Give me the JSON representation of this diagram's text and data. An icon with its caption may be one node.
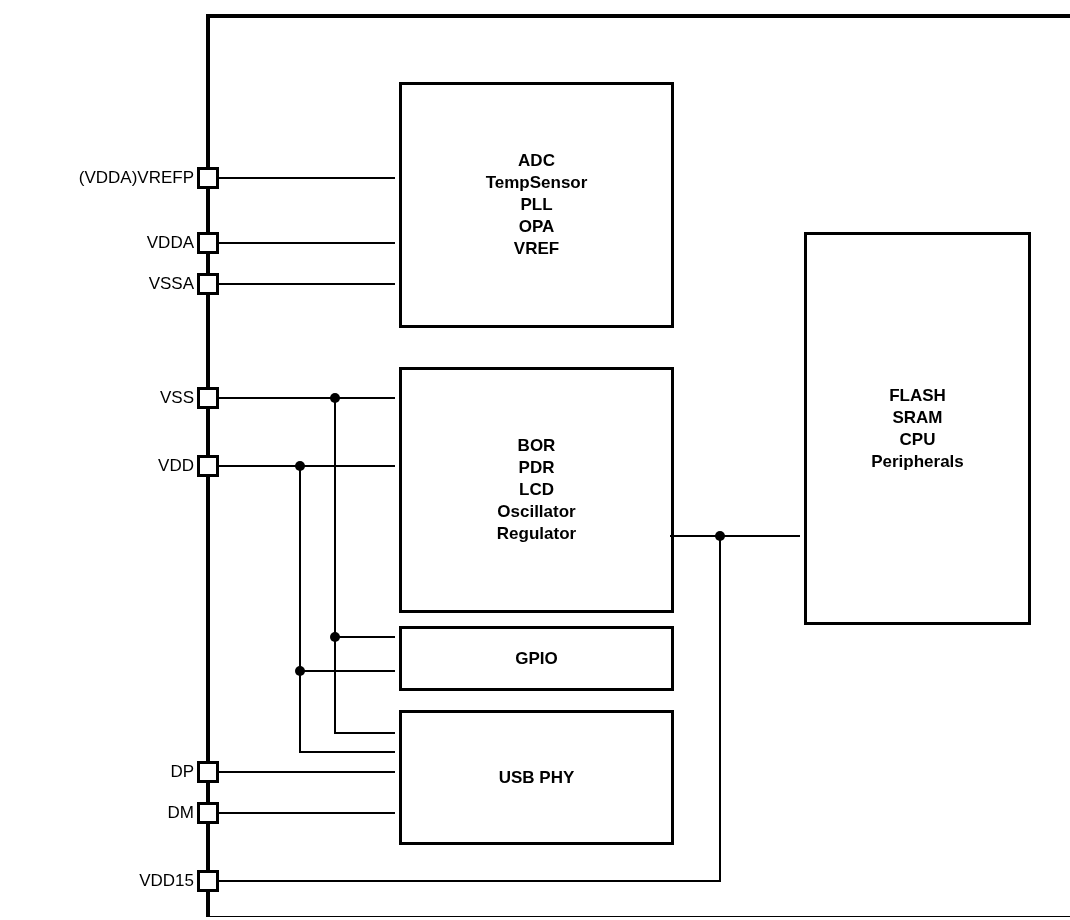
{
  "diagram": {
    "nodes": [
      {
        "text": [],
        "shape": "box"
      },
      {
        "text": [
          "(VDDA)VREFP"
        ]
      },
      {
        "text": [
          "VDDA"
        ]
      },
      {
        "text": [
          "VSSA"
        ]
      },
      {
        "text": [
          "VSS"
        ]
      },
      {
        "text": [
          "VDD"
        ]
      },
      {
        "text": [
          "DP"
        ]
      },
      {
        "text": [
          "DM"
        ]
      },
      {
        "text": [
          "VDD15"
        ]
      },
      {
        "text": [
          "ADC",
          "TempSensor",
          "PLL",
          "OPA",
          "VREF"
        ],
        "in": 0
      },
      {
        "text": [
          "BOR",
          "PDR",
          "LCD",
          "Oscillator",
          "Regulator"
        ],
        "in": 0
      },
      {
        "text": [
          "GPIO"
        ],
        "in": 0
      },
      {
        "text": [
          "USB PHY"
        ],
        "in": 0
      },
      {
        "text": [
          "FLASH",
          "SRAM",
          "CPU",
          "Peripherals"
        ],
        "in": 0
      }
    ],
    "edges": [
      {
        "from": 1,
        "to": 9,
        "arrow": "none"
      },
      {
        "from": 2,
        "to": 9,
        "arrow": "none"
      },
      {
        "from": 3,
        "to": 9,
        "arrow": "none"
      },
      {
        "from": 4,
        "to": 10,
        "arrow": "none"
      },
      {
        "from": 4,
        "to": 11,
        "arrow": "none"
      },
      {
        "from": 4,
        "to": 12,
        "arrow": "none"
      },
      {
        "from": 5,
        "to": 10,
        "arrow": "none"
      },
      {
        "from": 5,
        "to": 11,
        "arrow": "none"
      },
      {
        "from": 5,
        "to": 12,
        "arrow": "none"
      },
      {
        "from": 6,
        "to": 12,
        "arrow": "none"
      },
      {
        "from": 7,
        "to": 12,
        "arrow": "none"
      },
      {
        "from": 10,
        "to": 13,
        "arrow": "none"
      },
      {
        "from": 8,
        "to": 13,
        "arrow": "none"
      },
      {
        "from": 8,
        "to": 10,
        "arrow": "none"
      }
    ]
  }
}
